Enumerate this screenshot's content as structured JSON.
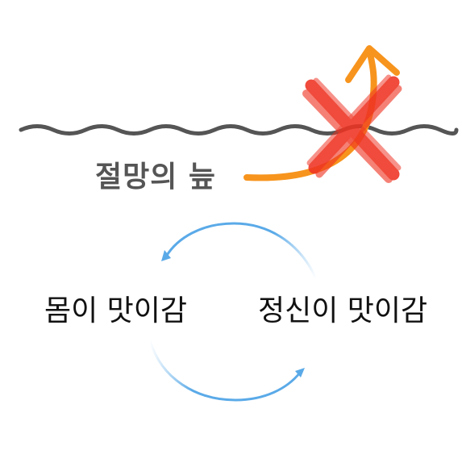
{
  "labels": {
    "swamp": "절망의 늪",
    "body_eating": "몸이 맛이감",
    "mind_eating": "정신이 맛이감"
  },
  "colors": {
    "wave": "#555555",
    "escape_arrow": "#f7941d",
    "cross": "#ee3322",
    "cycle_arrow": "#5aaae8",
    "swamp_text": "#555555",
    "cycle_text": "#111111"
  },
  "icons": {
    "wave": "wavy-water-line",
    "escape": "curved-arrow-up",
    "cross": "x-mark-icon",
    "cycle": "circular-arrows-icon"
  }
}
